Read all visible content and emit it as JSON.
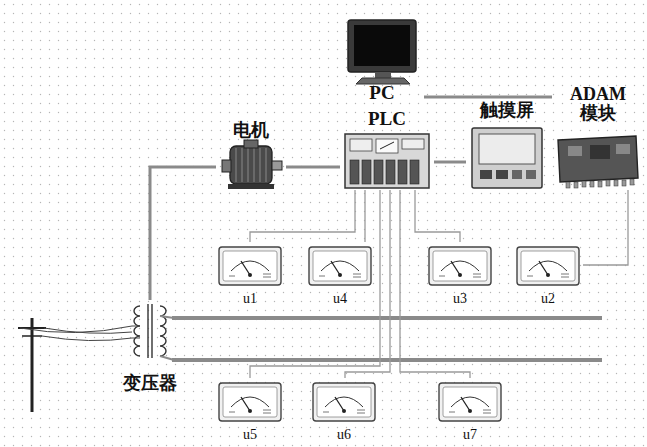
{
  "diagram": {
    "nodes": [
      {
        "text": [
          "PC"
        ]
      },
      {
        "text": [
          "电机"
        ]
      },
      {
        "text": [
          "PLC"
        ]
      },
      {
        "text": [
          "触摸屏"
        ]
      },
      {
        "text": [
          "ADAM 模块"
        ]
      },
      {
        "text": [
          "u1"
        ]
      },
      {
        "text": [
          "u4"
        ]
      },
      {
        "text": [
          "u3"
        ]
      },
      {
        "text": [
          "u2"
        ]
      },
      {
        "text": [
          "变压器"
        ]
      },
      {
        "text": [
          "u5"
        ]
      },
      {
        "text": [
          "u6"
        ]
      },
      {
        "text": [
          "u7"
        ]
      }
    ],
    "edges": [
      {
        "from": 0,
        "to": 4,
        "arrow": "none"
      },
      {
        "from": 9,
        "to": 1,
        "arrow": "none"
      },
      {
        "from": 1,
        "to": 2,
        "arrow": "none"
      },
      {
        "from": 2,
        "to": 3,
        "arrow": "none"
      },
      {
        "from": 5,
        "to": 2,
        "arrow": "none"
      },
      {
        "from": 6,
        "to": 2,
        "arrow": "none"
      },
      {
        "from": 7,
        "to": 2,
        "arrow": "none"
      },
      {
        "from": 8,
        "to": 4,
        "arrow": "none"
      },
      {
        "from": 10,
        "to": 2,
        "arrow": "none"
      },
      {
        "from": 11,
        "to": 2,
        "arrow": "none"
      },
      {
        "from": 12,
        "to": 2,
        "arrow": "none"
      }
    ]
  }
}
